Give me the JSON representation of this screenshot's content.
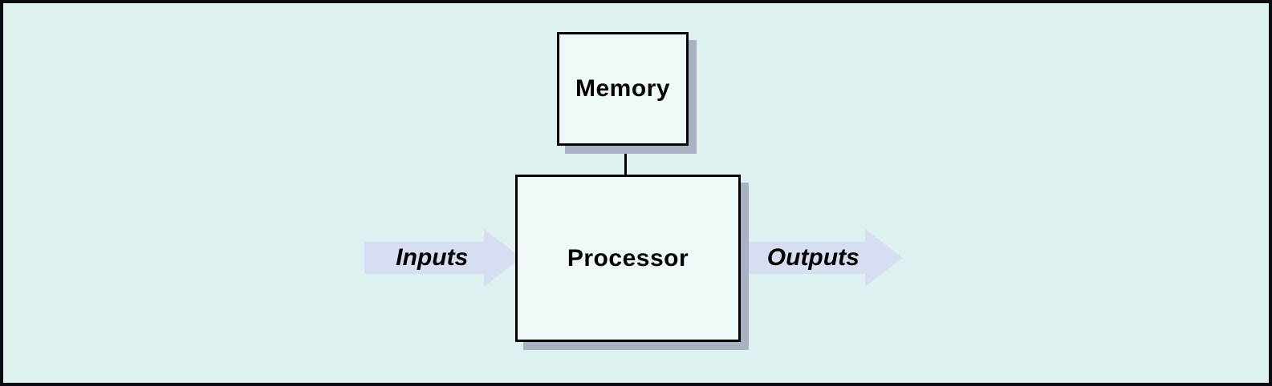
{
  "nodes": {
    "memory": {
      "label": "Memory"
    },
    "processor": {
      "label": "Processor"
    }
  },
  "flows": {
    "inputs": {
      "label": "Inputs"
    },
    "outputs": {
      "label": "Outputs"
    }
  },
  "icons": {
    "inputs_arrow": "block-arrow-right-icon",
    "outputs_arrow": "block-arrow-right-icon"
  },
  "colors": {
    "background": "#def1f1",
    "frame_border": "#0b0b14",
    "box_fill": "#eef8f8",
    "box_border": "#000000",
    "box_shadow": "#a9b2c3",
    "arrow_fill": "#d7def2",
    "text": "#000000"
  }
}
